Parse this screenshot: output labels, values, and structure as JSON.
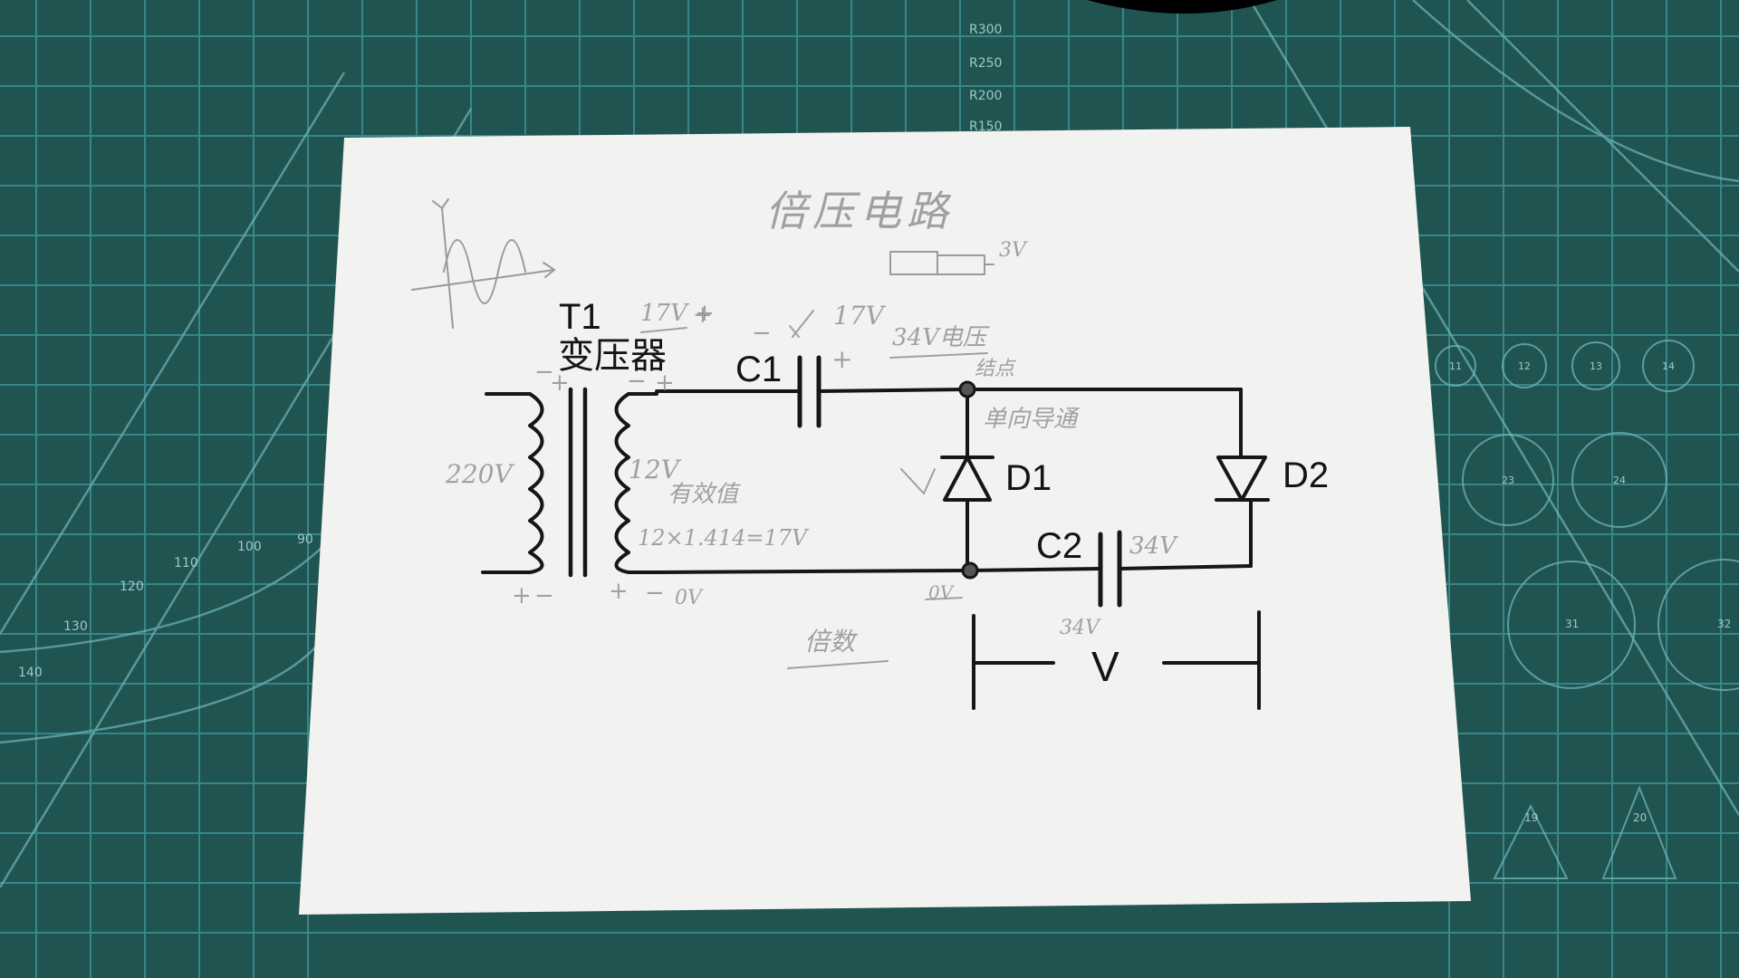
{
  "mat": {
    "colors": {
      "background": "#1f5451",
      "grid": "#3d8f95",
      "grid_bold": "#6fb6bb"
    },
    "ruler_labels": [
      "R300",
      "R250",
      "R200",
      "R150",
      "90",
      "100",
      "110",
      "120",
      "130",
      "140"
    ],
    "circle_labels": [
      "11",
      "12",
      "13",
      "14",
      "23",
      "24",
      "31",
      "32",
      "19",
      "20"
    ]
  },
  "paper": {
    "title_handwritten": "倍压电路",
    "component_labels": {
      "transformer_name": "T1",
      "transformer_cn": "变压器",
      "cap1": "C1",
      "cap2": "C2",
      "diode1": "D1",
      "diode2": "D2",
      "output": "V"
    },
    "handwritten_notes": {
      "aside_battery": "3V",
      "primary_voltage": "220V",
      "secondary_voltage": "12V",
      "secondary_desc": "有效值",
      "peak_calc": "12×1.414=17V",
      "top_17v": "17V +",
      "c1_17v": "17V",
      "v34_desc": "34V电压",
      "node_desc": "结点",
      "oneway_desc": "单向导通",
      "c2_34v": "34V",
      "ov_right": "0V",
      "ov_node": "0V",
      "output_34v": "34V",
      "bottom_desc": "倍数"
    },
    "polarity_marks": [
      "−",
      "+",
      "−",
      "+",
      "+",
      "−",
      "+",
      "−",
      "+",
      "−",
      "+"
    ]
  }
}
